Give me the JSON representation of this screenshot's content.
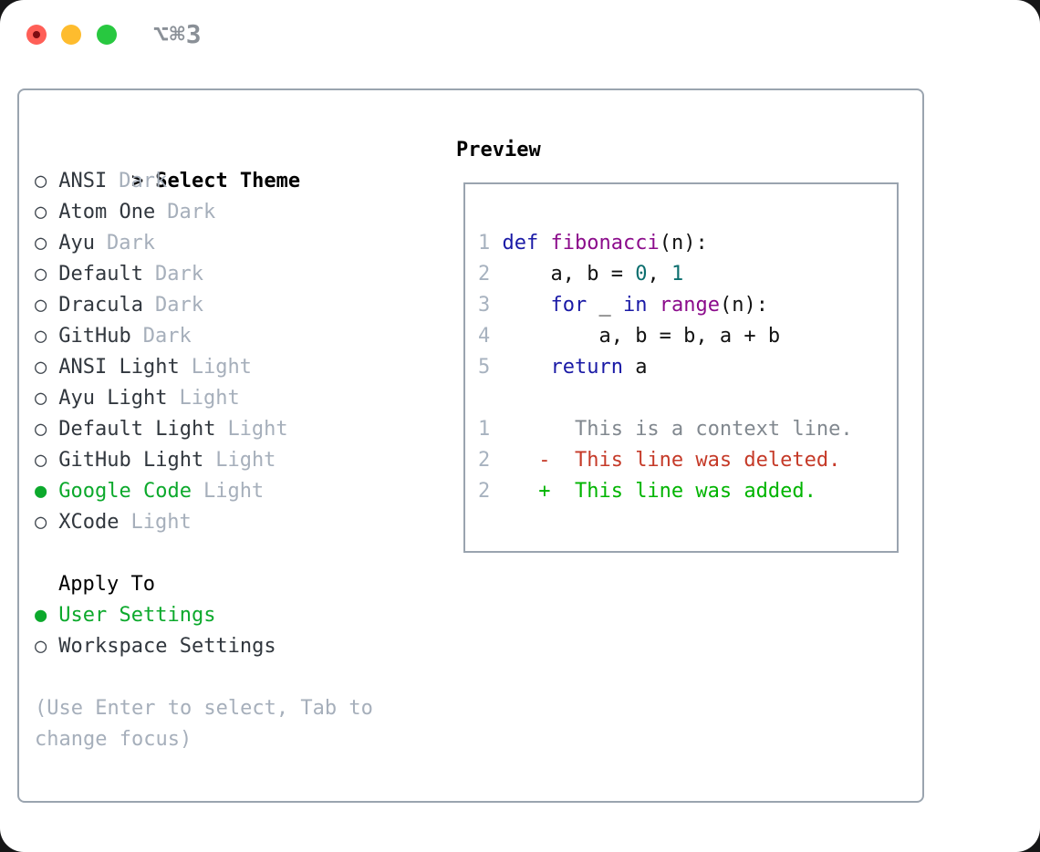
{
  "window": {
    "title": "⌥⌘3",
    "traffic_light_colors": {
      "close": "#ff5f57",
      "minimize": "#febc2e",
      "zoom": "#28c840"
    }
  },
  "selector": {
    "header_marker": ">",
    "header_label": "Select Theme",
    "radio_selected_icon": "●",
    "radio_unselected_icon": "○",
    "selection_color": "#0ca92c",
    "themes": [
      {
        "name": "ANSI",
        "variant": "Dark",
        "selected": false
      },
      {
        "name": "Atom One",
        "variant": "Dark",
        "selected": false
      },
      {
        "name": "Ayu",
        "variant": "Dark",
        "selected": false
      },
      {
        "name": "Default",
        "variant": "Dark",
        "selected": false
      },
      {
        "name": "Dracula",
        "variant": "Dark",
        "selected": false
      },
      {
        "name": "GitHub",
        "variant": "Dark",
        "selected": false
      },
      {
        "name": "ANSI Light",
        "variant": "Light",
        "selected": false
      },
      {
        "name": "Ayu Light",
        "variant": "Light",
        "selected": false
      },
      {
        "name": "Default Light",
        "variant": "Light",
        "selected": false
      },
      {
        "name": "GitHub Light",
        "variant": "Light",
        "selected": false
      },
      {
        "name": "Google Code",
        "variant": "Light",
        "selected": true
      },
      {
        "name": "XCode",
        "variant": "Light",
        "selected": false
      }
    ],
    "apply_to_label": "Apply To",
    "apply_options": [
      {
        "name": "User Settings",
        "selected": true
      },
      {
        "name": "Workspace Settings",
        "selected": false
      }
    ],
    "hint_lines": [
      "(Use Enter to select, Tab to",
      "change focus)"
    ]
  },
  "preview": {
    "label": "Preview",
    "colors": {
      "keyword": "#1a1aa6",
      "function": "#8b0b8b",
      "number": "#0b6e6e",
      "context": "#81888f",
      "deleted": "#c53a28",
      "added": "#00b400",
      "line_number": "#a7b2bf"
    },
    "lines": [
      {
        "num": "1",
        "segments": [
          {
            "c": "plain",
            "t": " "
          },
          {
            "c": "kw",
            "t": "def"
          },
          {
            "c": "plain",
            "t": " "
          },
          {
            "c": "fn",
            "t": "fibonacci"
          },
          {
            "c": "plain",
            "t": "(n):"
          }
        ]
      },
      {
        "num": "2",
        "segments": [
          {
            "c": "plain",
            "t": "     a, b = "
          },
          {
            "c": "num",
            "t": "0"
          },
          {
            "c": "plain",
            "t": ", "
          },
          {
            "c": "num",
            "t": "1"
          }
        ]
      },
      {
        "num": "3",
        "segments": [
          {
            "c": "plain",
            "t": "     "
          },
          {
            "c": "kw",
            "t": "for"
          },
          {
            "c": "plain",
            "t": " _ "
          },
          {
            "c": "kw",
            "t": "in"
          },
          {
            "c": "plain",
            "t": " "
          },
          {
            "c": "fn",
            "t": "range"
          },
          {
            "c": "plain",
            "t": "(n):"
          }
        ]
      },
      {
        "num": "4",
        "segments": [
          {
            "c": "plain",
            "t": "         a, b = b, a + b"
          }
        ]
      },
      {
        "num": "5",
        "segments": [
          {
            "c": "plain",
            "t": "     "
          },
          {
            "c": "kw",
            "t": "return"
          },
          {
            "c": "plain",
            "t": " a"
          }
        ]
      },
      {
        "num": "",
        "segments": []
      },
      {
        "num": "1",
        "segments": [
          {
            "c": "ctx",
            "t": "       This is a context line."
          }
        ]
      },
      {
        "num": "2",
        "segments": [
          {
            "c": "del",
            "t": "    -  This line was deleted."
          }
        ]
      },
      {
        "num": "2",
        "segments": [
          {
            "c": "add",
            "t": "    +  This line was added."
          }
        ]
      }
    ]
  }
}
